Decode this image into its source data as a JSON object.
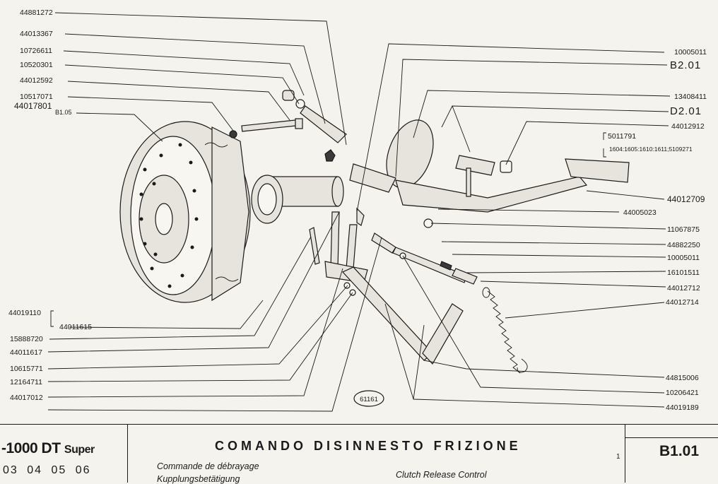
{
  "diagram": {
    "ref_number": "61161",
    "left_labels": [
      {
        "id": "p1",
        "text": "44881272"
      },
      {
        "id": "p2",
        "text": "44013367"
      },
      {
        "id": "p3",
        "text": "10726611"
      },
      {
        "id": "p4",
        "text": "10520301"
      },
      {
        "id": "p5",
        "text": "44012592"
      },
      {
        "id": "p6",
        "text": "10517071"
      },
      {
        "id": "p7",
        "text": "44017801"
      },
      {
        "id": "p7b",
        "text": "B1.05"
      },
      {
        "id": "p8",
        "text": "44019110"
      },
      {
        "id": "p9",
        "text": "44011615"
      },
      {
        "id": "p10",
        "text": "15888720"
      },
      {
        "id": "p11",
        "text": "44011617"
      },
      {
        "id": "p12",
        "text": "10615771"
      },
      {
        "id": "p13",
        "text": "12164711"
      },
      {
        "id": "p14",
        "text": "44017012"
      }
    ],
    "right_labels": [
      {
        "id": "q1",
        "text": "10005011"
      },
      {
        "id": "q2",
        "text": "B2.01"
      },
      {
        "id": "q3",
        "text": "13408411"
      },
      {
        "id": "q4",
        "text": "D2.01"
      },
      {
        "id": "q5",
        "text": "44012912"
      },
      {
        "id": "q6",
        "text": "5011791"
      },
      {
        "id": "q7",
        "text": "1604:1605:1610:1611;5109271"
      },
      {
        "id": "q8",
        "text": "44012709"
      },
      {
        "id": "q9",
        "text": "44005023"
      },
      {
        "id": "q10",
        "text": "11067875"
      },
      {
        "id": "q11",
        "text": "44882250"
      },
      {
        "id": "q12",
        "text": "10005011"
      },
      {
        "id": "q13",
        "text": "16101511"
      },
      {
        "id": "q14",
        "text": "44012712"
      },
      {
        "id": "q15",
        "text": "44012714"
      },
      {
        "id": "q16",
        "text": "44815006"
      },
      {
        "id": "q17",
        "text": "10206421"
      },
      {
        "id": "q18",
        "text": "44019189"
      }
    ]
  },
  "title_block": {
    "model": "-1000 DT",
    "model_suffix": "Super",
    "years": "03 04 05 06",
    "title_it": "COMANDO DISINNESTO FRIZIONE",
    "title_fr": "Commande de débrayage",
    "title_de": "Kupplungsbetätigung",
    "title_en": "Clutch Release Control",
    "page": "1",
    "code": "B1.01"
  }
}
